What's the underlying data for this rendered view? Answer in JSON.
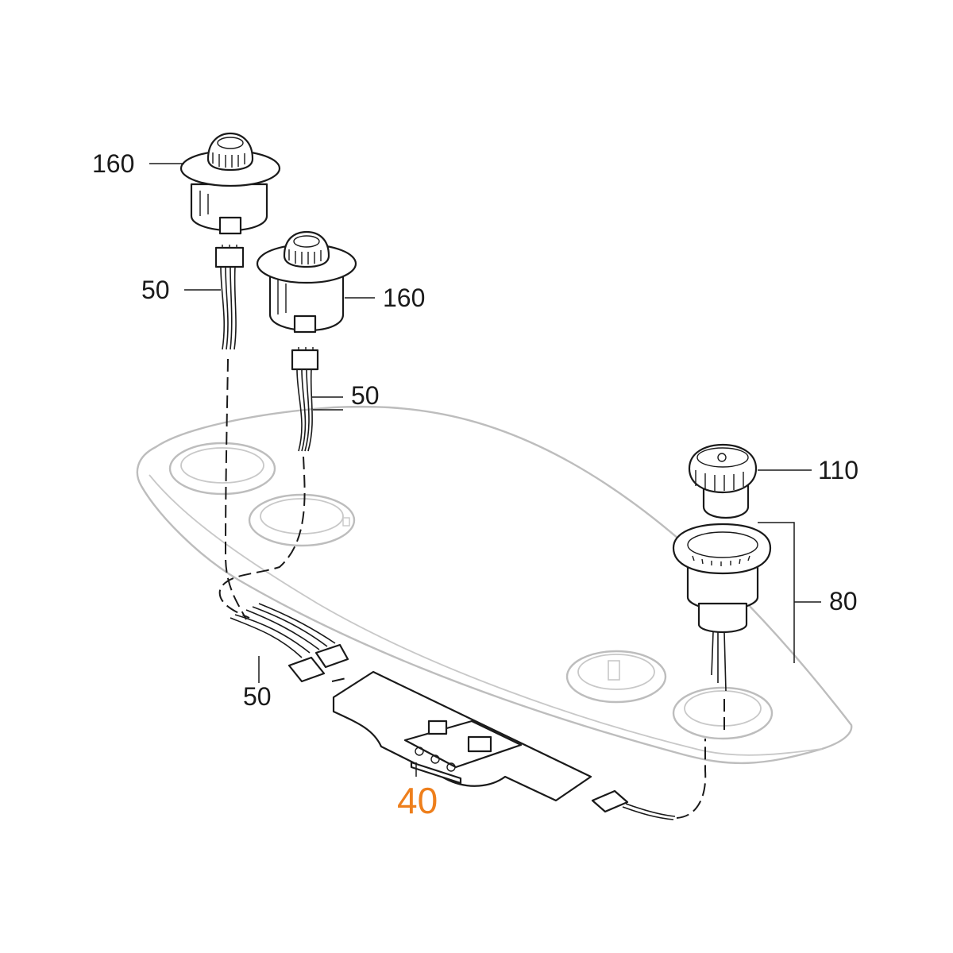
{
  "figure": {
    "type": "exploded parts diagram",
    "highlight_color": "#ee7f1c",
    "text_color": "#1a1a1a",
    "panel_outline_color": "#bdbdbd"
  },
  "callouts": {
    "knob_left": "160",
    "knob_mid": "160",
    "harness_left_top": "50",
    "harness_mid": "50",
    "harness_bottom": "50",
    "small_knob": "110",
    "bezel_assembly": "80",
    "circuit_board": "40"
  }
}
